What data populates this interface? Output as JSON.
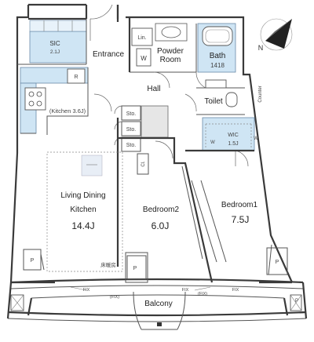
{
  "rooms": {
    "sic": {
      "name": "SIC",
      "size": "2.1J"
    },
    "entrance": {
      "name": "Entrance"
    },
    "linen": {
      "name": "Lin."
    },
    "washer": {
      "name": "W"
    },
    "powder_room": {
      "line1": "Powder",
      "line2": "Room"
    },
    "bath": {
      "name": "Bath",
      "size": "1418"
    },
    "hall": {
      "name": "Hall"
    },
    "toilet": {
      "name": "Toilet"
    },
    "counter": {
      "name": "Counter"
    },
    "refrigerator": {
      "name": "R"
    },
    "kitchen": {
      "name": "(Kitchen 3.6J)"
    },
    "storage": [
      "Sto.",
      "Sto.",
      "Sto."
    ],
    "closet": {
      "name": "Cl."
    },
    "wic": {
      "name": "WIC",
      "size": "1.5J",
      "shelf_left": "W",
      "shelf_right": "W"
    },
    "living": {
      "line1": "Living Dining",
      "line2": "Kitchen",
      "size": "14.4J"
    },
    "floor_heating": {
      "name": "床暖房"
    },
    "bedroom2": {
      "name": "Bedroom2",
      "size": "6.0J"
    },
    "bedroom1": {
      "name": "Bedroom1",
      "size": "7.5J"
    },
    "balcony": {
      "name": "Balcony"
    }
  },
  "pipe_spaces": [
    "P",
    "P",
    "P",
    "P"
  ],
  "window_marks": {
    "fix": "FIX",
    "fix_paren": "(FIX)"
  },
  "compass": {
    "label": "N"
  },
  "colors": {
    "wet_area": "#cfe5f4",
    "wall": "#3a3a3a"
  }
}
